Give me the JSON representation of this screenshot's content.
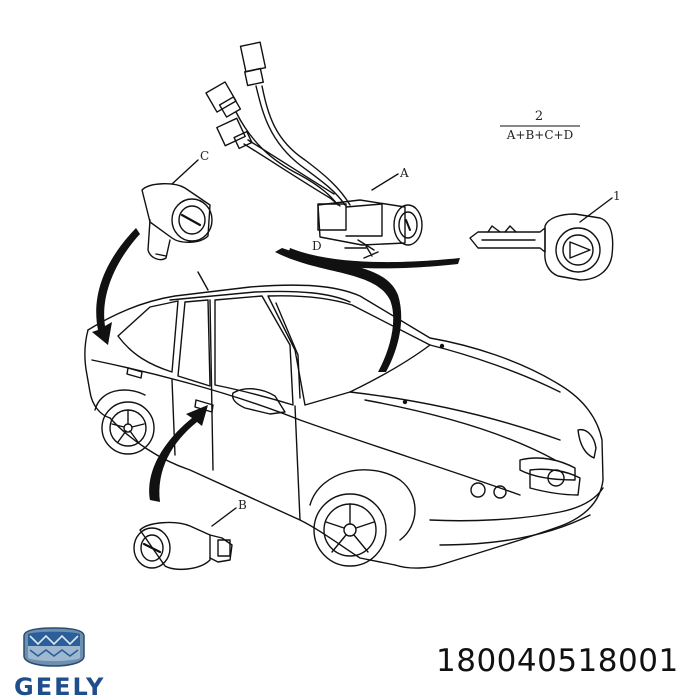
{
  "labels": {
    "callout_1": "1",
    "callout_a": "A",
    "callout_b": "B",
    "callout_c": "C",
    "callout_d": "D",
    "kit_quantity": "2",
    "kit_formula": "A+B+C+D"
  },
  "part_number": "180040518001",
  "brand": {
    "name": "GEELY",
    "color": "#1f4e8c",
    "logo_icon": "geely-shield-icon"
  },
  "line_color": "#111111"
}
